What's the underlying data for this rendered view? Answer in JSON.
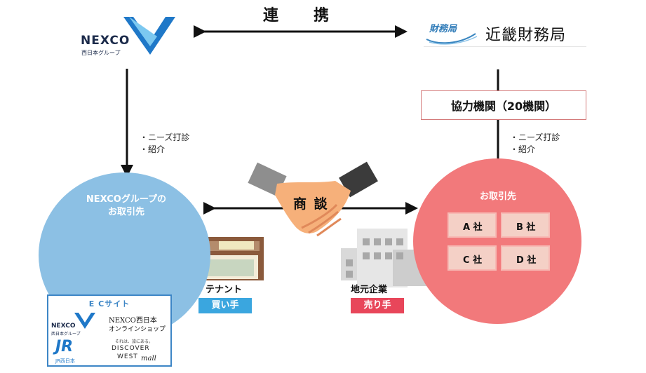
{
  "diagram": {
    "center_link_label": "連　携",
    "nexco_logo": {
      "wordmark": "NEXCO",
      "subtitle": "西日本グループ"
    },
    "zaimu_logo": {
      "mark_text": "財務局",
      "name": "近畿財務局"
    },
    "cooperating_orgs": "協力機関（20機関）",
    "left_needs": [
      "・ニーズ打診",
      "・紹介"
    ],
    "right_needs": [
      "・ニーズ打診",
      "・紹介"
    ],
    "left_circle_title": [
      "NEXCOグループの",
      "お取引先"
    ],
    "right_circle_title": "お取引先",
    "companies": [
      "A 社",
      "B 社",
      "C 社",
      "D 社"
    ],
    "negotiation_label": "商 談",
    "tenant_label": "テナント",
    "buyer_tag": "買い手",
    "local_company_label": "地元企業",
    "seller_tag": "売り手",
    "ec_site": {
      "title": "E Cサイト",
      "nexco_word": "NEXCO",
      "nexco_sub": "西日本グループ",
      "shop_line1": "NEXCO西日本",
      "shop_line2": "オンラインショップ",
      "jr_mark": "JR",
      "jr_sub": "JR西日本",
      "discover_tag": "それは、旅にある。",
      "discover_line1": "DISCOVER",
      "discover_line2": "WEST",
      "discover_script": "mall"
    },
    "colors": {
      "left_circle": "#8cc0e4",
      "right_circle": "#f2797b",
      "buyer_tag": "#3aa6df",
      "seller_tag": "#e8465a",
      "nexco_blue": "#1f78c8"
    }
  }
}
